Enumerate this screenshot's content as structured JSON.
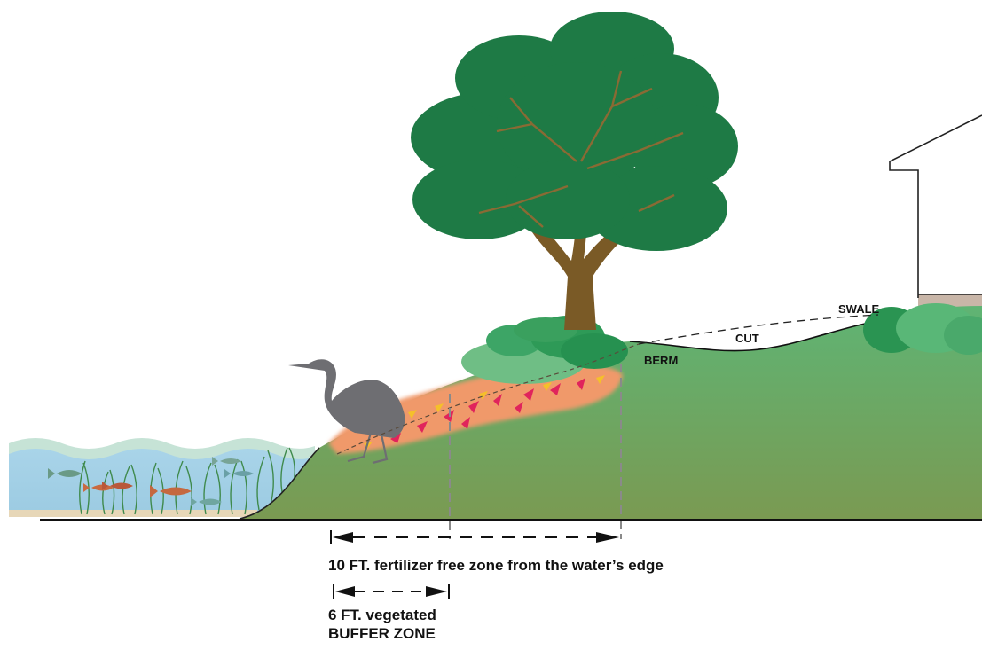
{
  "labels": {
    "swale": "SWALE",
    "cut": "CUT",
    "berm": "BERM"
  },
  "captions": {
    "fertilizer_zone": "10 FT. fertilizer free zone from the water’s edge",
    "buffer_line1": "6 FT. vegetated",
    "buffer_line2": "BUFFER ZONE"
  },
  "colors": {
    "water": "#a9d4e9",
    "wave": "#c6e3d6",
    "ground_top": "#5fb474",
    "ground_bottom": "#7a9a52",
    "mulch": "#f0996a",
    "tree_canopy": "#1e7a45",
    "tree_trunk": "#7a5a26",
    "shrub": "#3da566",
    "heron": "#6e6e72",
    "house_wall": "#c9b6a8"
  },
  "icons": {
    "tree": "tree-icon",
    "heron": "heron-icon",
    "fish": "fish-icon",
    "house": "house-icon",
    "shrub": "shrub-icon"
  }
}
